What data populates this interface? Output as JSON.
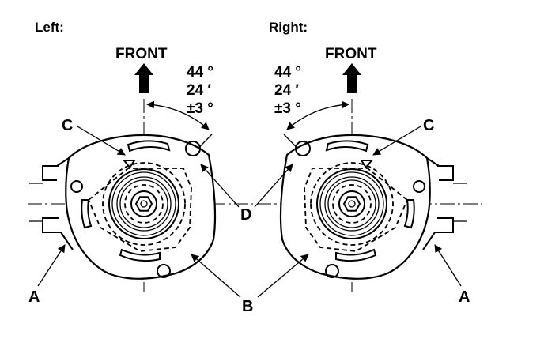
{
  "left": {
    "side_label": "Left:",
    "front_label": "FRONT",
    "angle_deg": "44 °",
    "angle_min": "24 ′",
    "angle_tol": "±3 °",
    "callout_a": "A",
    "callout_c": "C"
  },
  "right": {
    "side_label": "Right:",
    "front_label": "FRONT",
    "angle_deg": "44 °",
    "angle_min": "24 ′",
    "angle_tol": "±3 °",
    "callout_a": "A",
    "callout_c": "C"
  },
  "shared": {
    "callout_b": "B",
    "callout_d": "D"
  },
  "colors": {
    "ink": "#000000",
    "paper": "#ffffff"
  }
}
